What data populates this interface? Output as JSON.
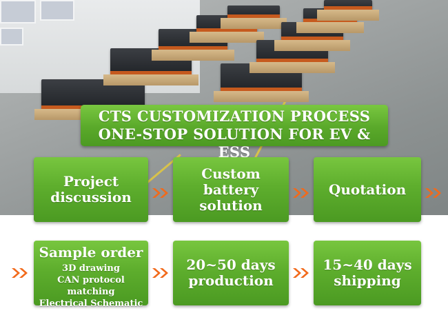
{
  "banner": {
    "line1": "CTS CUSTOMIZATION PROCESS",
    "line2": "ONE-STOP SOLUTION FOR EV & ESS"
  },
  "steps": [
    {
      "title_lines": [
        "Project",
        "discussion"
      ]
    },
    {
      "title_lines": [
        "Custom battery",
        "solution"
      ]
    },
    {
      "title_lines": [
        "Quotation"
      ]
    },
    {
      "title_lines": [
        "Sample order"
      ],
      "details": [
        "3D drawing",
        "CAN protocol matching",
        "Electrical Schematic"
      ]
    },
    {
      "title_lines": [
        "20~50 days",
        "production"
      ]
    },
    {
      "title_lines": [
        "15~40 days",
        "shipping"
      ]
    }
  ],
  "colors": {
    "step_green_top": "#78c63f",
    "step_green_bottom": "#4b9a22",
    "arrow_orange": "#f26a1b",
    "text": "#ffffff"
  },
  "icons": {
    "arrow": "double-chevron-right-icon"
  }
}
